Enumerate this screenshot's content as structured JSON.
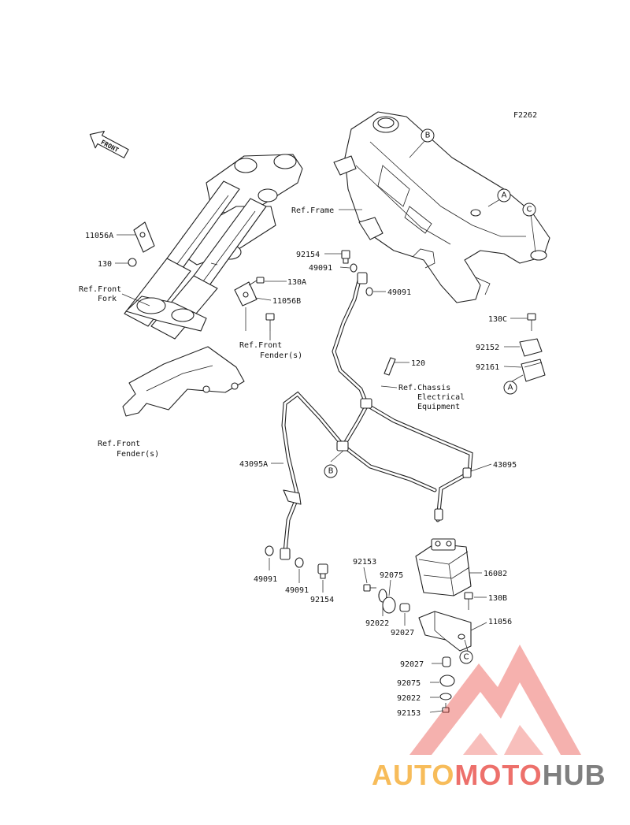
{
  "figure": {
    "code": "F2262",
    "front_label": "FRONT"
  },
  "refs": {
    "frame": "Ref.Frame",
    "front_fork": [
      "Ref.Front",
      "Fork"
    ],
    "front_fender_upper": [
      "Ref.Front",
      "Fender(s)"
    ],
    "front_fender_lower": [
      "Ref.Front",
      "Fender(s)"
    ],
    "chassis": [
      "Ref.Chassis",
      "Electrical",
      "Equipment"
    ]
  },
  "callouts": {
    "A": "A",
    "B": "B",
    "C": "C"
  },
  "parts": {
    "p11056A": "11056A",
    "p130": "130",
    "p130A": "130A",
    "p11056B": "11056B",
    "p92154_top": "92154",
    "p49091_top": "49091",
    "p49091_mid": "49091",
    "p130C": "130C",
    "p92152": "92152",
    "p92161": "92161",
    "p120": "120",
    "p43095A": "43095A",
    "p43095": "43095",
    "p49091_bl": "49091",
    "p49091_b2": "49091",
    "p92154_b": "92154",
    "p92153_top": "92153",
    "p92075_top": "92075",
    "p16082": "16082",
    "p130B": "130B",
    "p92022_top": "92022",
    "p92027_top": "92027",
    "p11056": "11056",
    "p92027_b": "92027",
    "p92075_b": "92075",
    "p92022_b": "92022",
    "p92153_b": "92153"
  },
  "watermark": {
    "part1": "AUTO",
    "part2": "MOTO",
    "part3": "HUB",
    "color_auto": "#f5a623",
    "color_moto": "#e8413a",
    "color_hub": "#555555"
  }
}
